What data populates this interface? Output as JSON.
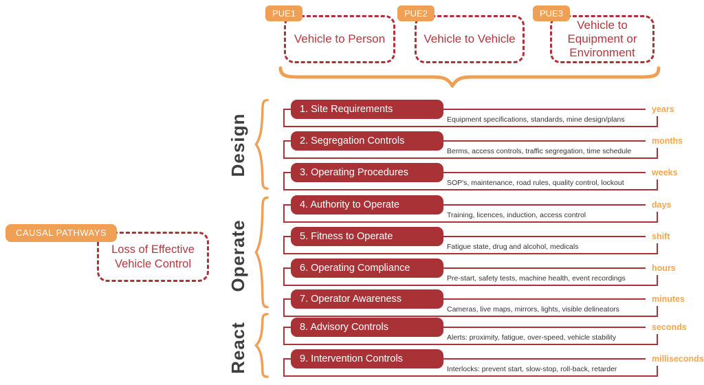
{
  "palette": {
    "red-fill": "#A93237",
    "red-line": "#B03038",
    "red-text": "#B5363E",
    "orange": "#F0A055",
    "orange-label": "#F7A64D",
    "dark-text": "#3E3E3E",
    "desc-text": "#333333"
  },
  "causal": {
    "badge_label": "CAUSAL PATHWAYS",
    "hazard_line1": "Loss of Effective",
    "hazard_line2": "Vehicle Control"
  },
  "pue": [
    {
      "tag": "PUE1",
      "label": "Vehicle to Person"
    },
    {
      "tag": "PUE2",
      "label": "Vehicle to Vehicle"
    },
    {
      "tag": "PUE3",
      "label": "Vehicle to Equipment or Environment"
    }
  ],
  "groups": [
    {
      "label": "Design"
    },
    {
      "label": "Operate"
    },
    {
      "label": "React"
    }
  ],
  "rows": [
    {
      "title": "1. Site Requirements",
      "desc": "Equipment specifications, standards, mine design/plans",
      "time": "years"
    },
    {
      "title": "2. Segregation Controls",
      "desc": "Berms, access controls, traffic segregation, time schedule",
      "time": "months"
    },
    {
      "title": "3. Operating Procedures",
      "desc": "SOP's, maintenance, road rules, quality control, lockout",
      "time": "weeks"
    },
    {
      "title": "4. Authority to Operate",
      "desc": "Training, licences, induction, access control",
      "time": "days"
    },
    {
      "title": "5. Fitness to Operate",
      "desc": "Fatigue state, drug and alcohol, medicals",
      "time": "shift"
    },
    {
      "title": "6. Operating Compliance",
      "desc": "Pre-start, safety tests, machine health, event recordings",
      "time": "hours"
    },
    {
      "title": "7. Operator Awareness",
      "desc": "Cameras, live maps, mirrors, lights, visible delineators",
      "time": "minutes"
    },
    {
      "title": "8. Advisory Controls",
      "desc": "Alerts: proximity, fatigue, over-speed, vehicle stability",
      "time": "seconds"
    },
    {
      "title": "9. Intervention Controls",
      "desc": "Interlocks: prevent start, slow-stop, roll-back, retarder",
      "time": "milliseconds"
    }
  ]
}
